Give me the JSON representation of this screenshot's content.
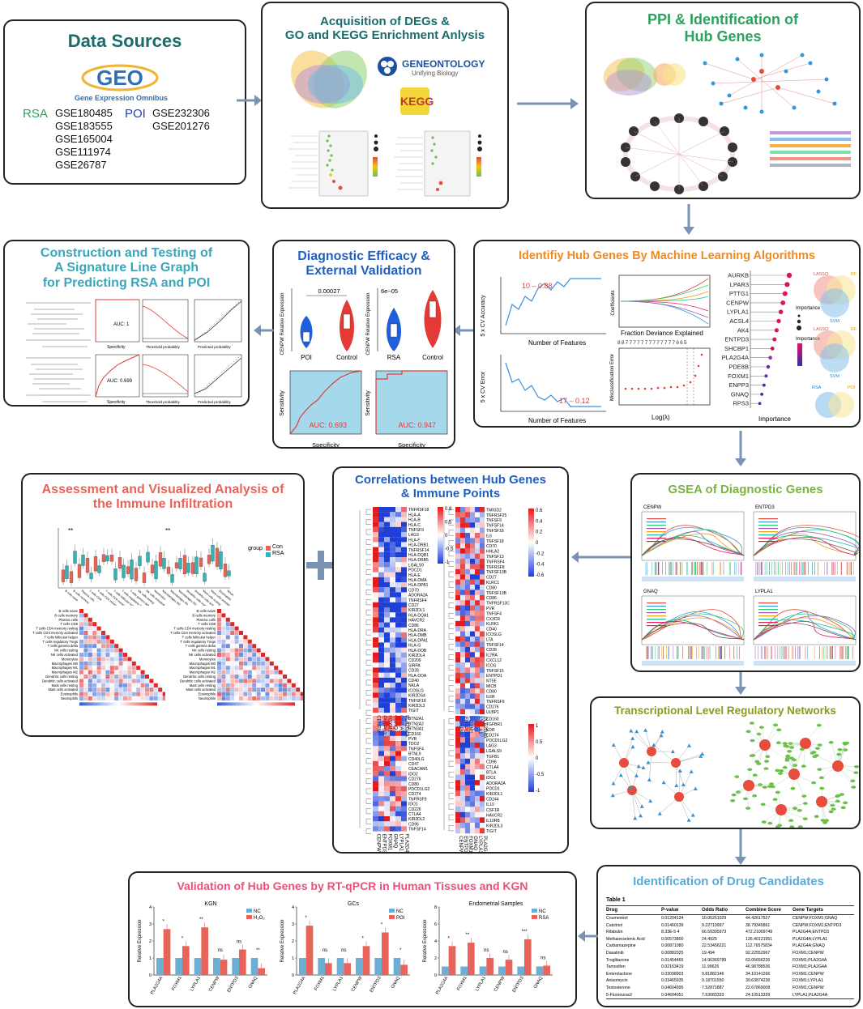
{
  "colors": {
    "teal_title": "#1a6b6b",
    "green_title": "#2ca25f",
    "orange_title": "#f08a24",
    "blue_title": "#1f5fbf",
    "cyan_title": "#3aa6b9",
    "red_title": "#e8645a",
    "lime_title": "#7cb342",
    "olive_title": "#8a9a1b",
    "pink_title": "#e8527a",
    "lightblue_title": "#5aa9d6",
    "arrow": "#7a93b3"
  },
  "p1": {
    "title": "Data Sources",
    "geo_logo": "GEO",
    "geo_sub": "Gene Expression Omnibus",
    "rsa_label": "RSA",
    "rsa_ids": [
      "GSE180485",
      "GSE183555",
      "GSE165004",
      "GSE111974",
      "GSE26787"
    ],
    "poi_label": "POI",
    "poi_ids": [
      "GSE232306",
      "GSE201276"
    ]
  },
  "p2": {
    "title_l1": "Acquisition of DEGs &",
    "title_l2": "GO and KEGG Enrichment Anlysis",
    "go_logo": "GENEONTOLOGY",
    "go_sub": "Unifying Biology",
    "kegg": "KEGG"
  },
  "p3": {
    "title_l1": "PPI & Identification of",
    "title_l2": "Hub Genes"
  },
  "p4": {
    "title": "Identifiy Hub Genes By Machine Learning Algorithms",
    "ann1": "10 – 0.88",
    "ann2": "17 – 0.12",
    "xlab1": "Number of Features",
    "xlab2": "Number of Features",
    "ylab1": "5 x CV Accuracy",
    "ylab2": "5 x CV Error",
    "coef_lab": "Coefficients",
    "fde": "Fraction Deviance Explained",
    "fde_ticks": "8 8 7 7 7 7 7 7 7 7 7 7 7 7 7 6 6 5",
    "misc": "Misclassification Error",
    "loglam": "Log(λ)",
    "imp": "Importance",
    "genes": [
      "AURKB",
      "LPAR3",
      "PTTG1",
      "CENPW",
      "LYPLA1",
      "ACSL4",
      "AK4",
      "ENTPD3",
      "SHCBP1",
      "PLA2G4A",
      "PDE8B",
      "FOXM1",
      "ENPP3",
      "GNAQ",
      "RPS3"
    ],
    "venn_labels": [
      "LASSO",
      "RF",
      "SVM",
      "RSA",
      "POI"
    ]
  },
  "p5": {
    "title_l1": "Diagnostic Efficacy &",
    "title_l2": "External Validation",
    "pval1": "0.00027",
    "pval2": "6e−05",
    "ylab": "CENPW Relative Expression",
    "g1a": "POI",
    "g1b": "Control",
    "g2a": "RSA",
    "g2b": "Control",
    "auc1": "AUC: 0.693",
    "auc2": "AUC: 0.947",
    "sens": "Sensitivity",
    "spec": "Specificity"
  },
  "p6": {
    "title_l1": "Construction and Testing of",
    "title_l2": "A Signature  Line Graph",
    "title_l3": "for Predicting RSA and POI",
    "auc_a": "AUC: 1",
    "auc_b": "AUC: 0.699",
    "spec": "Specificity",
    "thr": "Threshold probability",
    "pred": "Predicted probability"
  },
  "p7": {
    "title_l1": "Assessment and Visualized Analysis of",
    "title_l2": "the Immune Infiltration",
    "legend_title": "group",
    "legend_con": "Con",
    "legend_rsa": "RSA",
    "cells": [
      "B cells naive",
      "B cells memory",
      "Plasma cells",
      "T cells CD8",
      "T cells CD4 memory resting",
      "T cells CD4 memory activated",
      "T cells follicular helper",
      "T cells regulatory Tregs",
      "T cells gamma delta",
      "NK cells resting",
      "NK cells activated",
      "Monocytes",
      "Macrophages M0",
      "Macrophages M1",
      "Macrophages M2",
      "Dendritic cells resting",
      "Dendritic cells activated",
      "Mast cells resting",
      "Mast cells activated",
      "Eosinophils",
      "Neutrophils"
    ]
  },
  "p8": {
    "title_l1": "Correlations between Hub Genes",
    "title_l2": "& Immune Points",
    "heat1_rows": [
      "TNFRSF18",
      "HLA-A",
      "HLA-B",
      "HLA-C",
      "TNFSF9",
      "LAG3",
      "HLA-F",
      "HLA-DRB1",
      "TNFRSF14",
      "HLA-DQB1",
      "HLA-DRB5",
      "LGALS9",
      "PDCD1",
      "HLA-E",
      "HLA-DMA",
      "HLA-DPB1",
      "CD70",
      "ADORA2A",
      "TNFRSF4",
      "CD27",
      "KIR2DL1",
      "HLA-DQA1",
      "HAVCR2",
      "CD86",
      "HLA-DRA",
      "HLA-DMB",
      "HLA-DPA1",
      "HLA-G",
      "HLA-DOB",
      "KIR2DL4",
      "CD209",
      "SIRPA",
      "CD28",
      "HLA-DOA",
      "CD40",
      "NKLA",
      "ICOSLG",
      "KIR2DS4",
      "TNFSF18",
      "KIR2DL3",
      "TIGIT"
    ],
    "heat2_rows": [
      "TMIGD2",
      "TNFRSF25",
      "TNFSF9",
      "TNFSF14",
      "TNFSF18",
      "IL6",
      "TNFSF18",
      "CD70",
      "HHLA2",
      "TNFSF13",
      "TNFRSF4",
      "TNFRSF8",
      "TNFSF13B",
      "CD27",
      "KLRC1",
      "CD80",
      "TNFSF13B",
      "CD86",
      "TNFRSF13C",
      "PVR",
      "TNFSF4",
      "CX3CR",
      "KLRK1",
      "CD40",
      "ICOSLG",
      "LTA",
      "TNFSF14",
      "CD28",
      "IL2RA",
      "CXCL12",
      "ICOS",
      "TNFSF15",
      "ENTPD1",
      "NT5E",
      "MICB",
      "CD80",
      "IL6R",
      "TNFRSF9",
      "CD276",
      "ULBP1"
    ],
    "heat3_rows": [
      "BTN2A1",
      "BTN2A2",
      "BTN3A1",
      "CD160",
      "PVR",
      "TDO2",
      "TNFSF4",
      "BTNL9",
      "CD40LG",
      "CD47",
      "CEACAM1",
      "IDO2",
      "CD276",
      "CD80",
      "PDCD1LG2",
      "CD274",
      "TNFRSF9",
      "IDO1",
      "CD226",
      "CTLA4",
      "KIR2DL2",
      "CD96",
      "TNFSF14"
    ],
    "heat4_rows": [
      "CD160",
      "TGFBR1",
      "KDR",
      "CD274",
      "PDCD1LG2",
      "LAG3",
      "LGALS9",
      "TGFB1",
      "CD96",
      "CTLA4",
      "BTLA",
      "IDO1",
      "ADORA2A",
      "PDCD1",
      "KIR2DL1",
      "CD244",
      "IL10",
      "CSF1R",
      "HAVCR2",
      "IL10RB",
      "KIR2DL3",
      "TIGIT"
    ],
    "cols": [
      "CENPW",
      "ENTPD3",
      "FOXM1",
      "GNAQ",
      "LYPLA1",
      "PLA2G4A"
    ],
    "scale_a": [
      "0.8",
      "0.5",
      "0",
      "-0.5",
      "-1"
    ],
    "scale_b": [
      "0.6",
      "0.4",
      "0.2",
      "0",
      "-0.2",
      "-0.4",
      "-0.6"
    ],
    "scale_c": [
      "1",
      "0.5",
      "0",
      "-0.5",
      "-1"
    ]
  },
  "p9": {
    "title": "GSEA of Diagnostic Genes",
    "plots": [
      "CENPW",
      "ENTPD3",
      "GNAQ",
      "LYPLA1"
    ]
  },
  "p10": {
    "title": "Transcriptional Level Regulatory Networks"
  },
  "p11": {
    "title": "Identification of Drug Candidates",
    "table_title": "Table 1",
    "headers": [
      "Drug",
      "P-value",
      "Odds Ratio",
      "Combine Score",
      "Gene Targets"
    ],
    "rows": [
      [
        "Coumestrol",
        "0.01204134",
        "10.05251029",
        "44.42617527",
        "CENPW;FOXM1;GNAQ"
      ],
      [
        "Calcitriol",
        "0.01460139",
        "9.22710997",
        "38.79345861",
        "CENPW;FOXM1;ENTPD3"
      ],
      [
        "Rifabutin",
        "8.33E-5 4",
        "66.59395973",
        "472.21009749",
        "PLA2G4A;ENTPD3"
      ],
      [
        "Methaneselenic Acid",
        "0.00573800",
        "24.4925",
        "126.40121951",
        "PLA2G4A;LYPLA1"
      ],
      [
        "Carbamazepine",
        "0.00871080",
        "22.53456221",
        "112.76575834",
        "PLA2G4A;GNAQ"
      ],
      [
        "Dasatinib",
        "0.00882025",
        "19.494",
        "92.22552967",
        "FOXM1;CENPW"
      ],
      [
        "Troglitazone",
        "0.01454465",
        "14.90369789",
        "63.05656226",
        "FOXM1;PLA2G4A"
      ],
      [
        "Tamoxifen",
        "0.02163419",
        "11.99625",
        "46.98788536",
        "FOXM1;PLA2G4A"
      ],
      [
        "Enterolactone",
        "0.03098903",
        "9.81882146",
        "34.10141266",
        "FOXM1;CENPW"
      ],
      [
        "Anisomycin",
        "0.03465935",
        "9.18701550",
        "30.63874236",
        "FOXM1;LYPLA1"
      ],
      [
        "Testosterone",
        "0.04604995",
        "7.52871887",
        "22.67869008",
        "FOXM1;CENPW"
      ],
      [
        "5-Fluorouracil",
        "0.04604051",
        "7.63083333",
        "24.10513339",
        "LYPLA1;PLA2G4A"
      ]
    ]
  },
  "p12": {
    "title": "Validation of Hub Genes by RT-qPCR in Human Tissues and KGN",
    "chart_data": [
      {
        "type": "bar",
        "title": "KGN",
        "ylabel": "Relative Expression",
        "ylim": [
          0,
          4
        ],
        "categories": [
          "PLA2G4A",
          "FOXM1",
          "LYPLA1",
          "CENPW",
          "ENTPD3",
          "GNAQ"
        ],
        "series": [
          {
            "name": "NC",
            "values": [
              1,
              1,
              1,
              1,
              1,
              1
            ]
          },
          {
            "name": "H₂O₂",
            "values": [
              2.7,
              1.7,
              2.8,
              0.9,
              1.5,
              0.4
            ]
          }
        ],
        "sig": [
          "*",
          "*",
          "**",
          "ns",
          "ns",
          "**"
        ]
      },
      {
        "type": "bar",
        "title": "GCs",
        "ylabel": "Relative Expression",
        "ylim": [
          0,
          4
        ],
        "categories": [
          "PLA2G4A",
          "FOXM1",
          "LYPLA1",
          "CENPW",
          "ENTPD3",
          "GNAQ"
        ],
        "series": [
          {
            "name": "NC",
            "values": [
              1,
              1,
              1,
              1,
              1,
              1
            ]
          },
          {
            "name": "POI",
            "values": [
              2.9,
              0.7,
              0.7,
              1.7,
              2.5,
              0.6
            ]
          }
        ],
        "sig": [
          "*",
          "ns",
          "ns",
          "*",
          "*",
          "*"
        ]
      },
      {
        "type": "bar",
        "title": "Endometrial Samples",
        "ylabel": "Relative Expression",
        "ylim": [
          0,
          8
        ],
        "categories": [
          "PLA2G4A",
          "FOXM1",
          "LYPLA1",
          "CENPW",
          "ENTPD3",
          "GNAQ"
        ],
        "series": [
          {
            "name": "NC",
            "values": [
              1,
              1,
              1,
              1,
              1,
              1
            ]
          },
          {
            "name": "RSA",
            "values": [
              3.4,
              3.8,
              2.0,
              1.8,
              4.2,
              1.1
            ]
          }
        ],
        "sig": [
          "*",
          "**",
          "ns",
          "ns",
          "***",
          "ns"
        ]
      }
    ],
    "colors": {
      "nc": "#6baed6",
      "treat": "#e8645a"
    }
  }
}
